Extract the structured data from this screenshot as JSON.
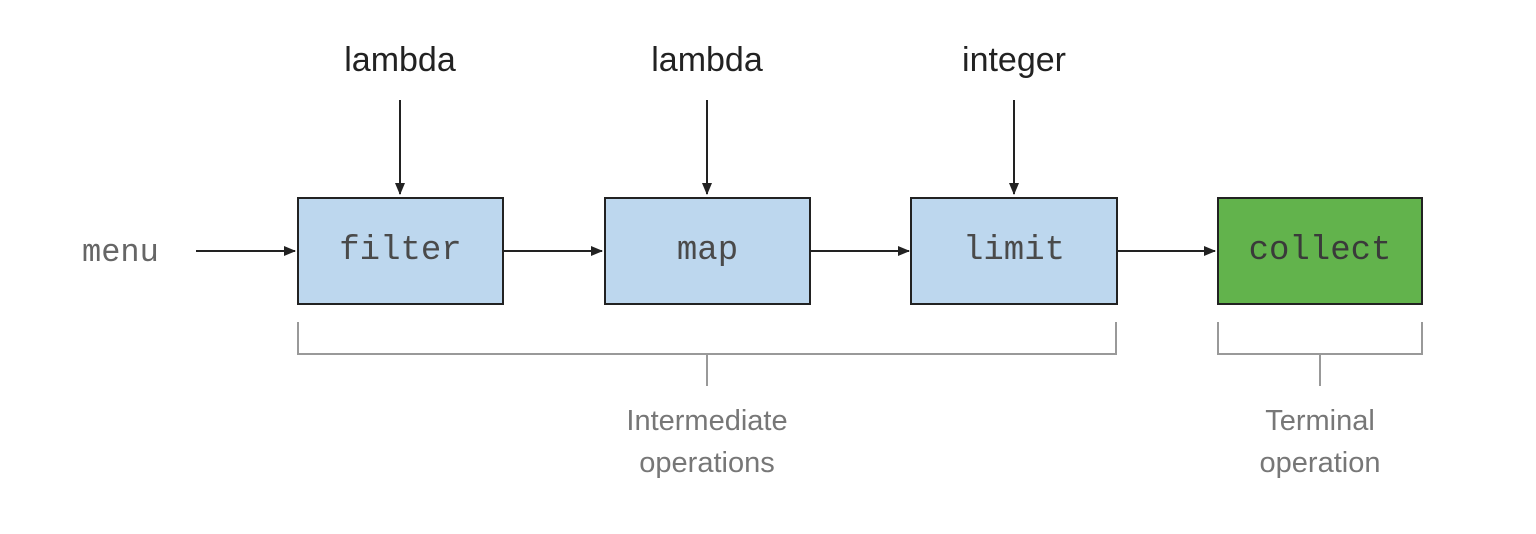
{
  "diagram": {
    "source_label": "menu",
    "operations": [
      {
        "id": "filter",
        "label": "filter",
        "kind": "intermediate",
        "input": "lambda"
      },
      {
        "id": "map",
        "label": "map",
        "kind": "intermediate",
        "input": "lambda"
      },
      {
        "id": "limit",
        "label": "limit",
        "kind": "intermediate",
        "input": "integer"
      },
      {
        "id": "collect",
        "label": "collect",
        "kind": "terminal",
        "input": ""
      }
    ],
    "groups": [
      {
        "line1": "Intermediate",
        "line2": "operations",
        "covers": [
          "filter",
          "map",
          "limit"
        ]
      },
      {
        "line1": "Terminal",
        "line2": "operation",
        "covers": [
          "collect"
        ]
      }
    ],
    "colors": {
      "intermediate_fill": "#bdd7ee",
      "terminal_fill": "#62b34c",
      "stroke": "#222222",
      "bracket": "#999999"
    }
  }
}
